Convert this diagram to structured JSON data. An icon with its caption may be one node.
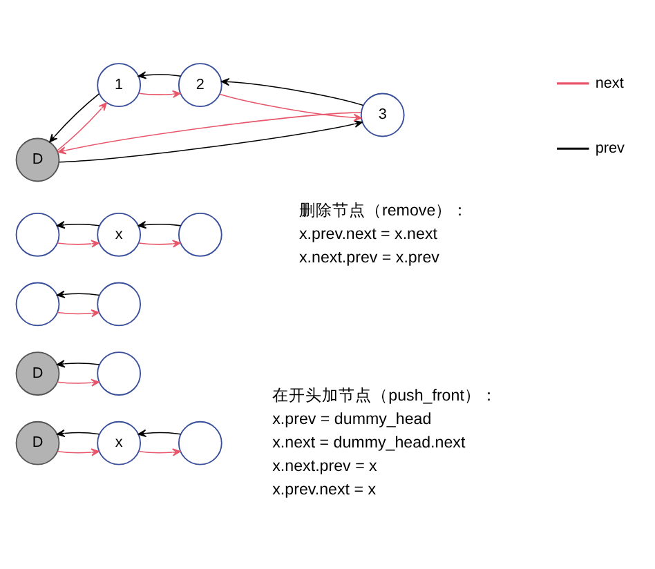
{
  "diagram": {
    "nodes": [
      {
        "text": [
          "D"
        ]
      },
      {
        "text": [
          "1"
        ]
      },
      {
        "text": [
          "2"
        ]
      },
      {
        "text": [
          "3"
        ]
      },
      {
        "text": [],
        "shape": "circle"
      },
      {
        "text": [
          "x"
        ]
      },
      {
        "text": [],
        "shape": "circle"
      },
      {
        "text": [],
        "shape": "circle"
      },
      {
        "text": [],
        "shape": "circle"
      },
      {
        "text": [
          "D"
        ]
      },
      {
        "text": [],
        "shape": "circle"
      },
      {
        "text": [
          "D"
        ]
      },
      {
        "text": [
          "x"
        ]
      },
      {
        "text": [],
        "shape": "circle"
      }
    ],
    "edges": [
      {
        "from": 0,
        "to": 1,
        "arrow": "to",
        "color": "#e8566b"
      },
      {
        "from": 1,
        "to": 0,
        "arrow": "to",
        "color": "#000000"
      },
      {
        "from": 1,
        "to": 2,
        "arrow": "to",
        "color": "#e8566b"
      },
      {
        "from": 2,
        "to": 1,
        "arrow": "to",
        "color": "#000000"
      },
      {
        "from": 2,
        "to": 3,
        "arrow": "to",
        "color": "#e8566b"
      },
      {
        "from": 3,
        "to": 2,
        "arrow": "to",
        "color": "#000000"
      },
      {
        "from": 3,
        "to": 0,
        "arrow": "to",
        "color": "#e8566b"
      },
      {
        "from": 0,
        "to": 3,
        "arrow": "to",
        "color": "#000000"
      },
      {
        "from": 4,
        "to": 5,
        "arrow": "to",
        "color": "#e8566b"
      },
      {
        "from": 5,
        "to": 4,
        "arrow": "to",
        "color": "#000000"
      },
      {
        "from": 5,
        "to": 6,
        "arrow": "to",
        "color": "#e8566b"
      },
      {
        "from": 6,
        "to": 5,
        "arrow": "to",
        "color": "#000000"
      },
      {
        "from": 7,
        "to": 8,
        "arrow": "to",
        "color": "#e8566b"
      },
      {
        "from": 8,
        "to": 7,
        "arrow": "to",
        "color": "#000000"
      },
      {
        "from": 9,
        "to": 10,
        "arrow": "to",
        "color": "#e8566b"
      },
      {
        "from": 10,
        "to": 9,
        "arrow": "to",
        "color": "#000000"
      },
      {
        "from": 11,
        "to": 12,
        "arrow": "to",
        "color": "#e8566b"
      },
      {
        "from": 12,
        "to": 11,
        "arrow": "to",
        "color": "#000000"
      },
      {
        "from": 12,
        "to": 13,
        "arrow": "to",
        "color": "#e8566b"
      },
      {
        "from": 13,
        "to": 12,
        "arrow": "to",
        "color": "#000000"
      }
    ],
    "labels": [
      "删除节点（remove）：",
      "x.prev.next = x.next",
      "x.next.prev = x.prev",
      "在开头加节点（push_front）：",
      "x.prev = dummy_head",
      "x.next = dummy_head.next",
      "x.next.prev = x",
      "x.prev.next = x"
    ],
    "legend": [
      {
        "text": "next"
      },
      {
        "text": "prev"
      }
    ]
  }
}
